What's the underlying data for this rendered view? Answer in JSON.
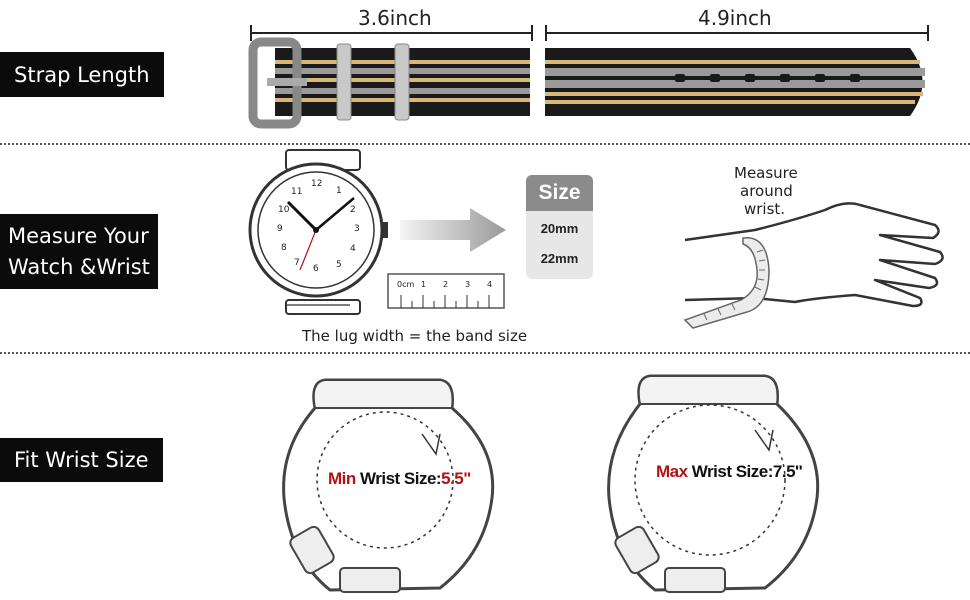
{
  "labels": {
    "strap_length": "Strap Length",
    "measure_line1": "Measure Your",
    "measure_line2": "Watch &Wrist",
    "fit_wrist": "Fit Wrist Size"
  },
  "strap": {
    "short_length": "3.6inch",
    "long_length": "4.9inch"
  },
  "watch": {
    "dial_numbers": [
      "12",
      "1",
      "2",
      "3",
      "4",
      "5",
      "6",
      "7",
      "8",
      "9",
      "10",
      "11"
    ],
    "caption": "The lug width = the band size"
  },
  "ruler": {
    "ticks": [
      "0cm",
      "1",
      "2",
      "3",
      "4"
    ]
  },
  "size_card": {
    "header": "Size",
    "sizes": [
      "20mm",
      "22mm"
    ]
  },
  "wrist_note": {
    "line1": "Measure",
    "line2": "around",
    "line3": "wrist."
  },
  "fit": {
    "min_prefix": "Min",
    "min_label": " Wrist Size:",
    "min_value": "5.5\"",
    "max_prefix": "Max",
    "max_label": " Wrist Size:",
    "max_value": "7.5''"
  },
  "colors": {
    "label_bg": "#0b0b0b",
    "strap_black": "#1a1a1a",
    "strap_grey": "#9a9a9a",
    "strap_tan": "#d9b779",
    "accent_red": "#b11212"
  }
}
